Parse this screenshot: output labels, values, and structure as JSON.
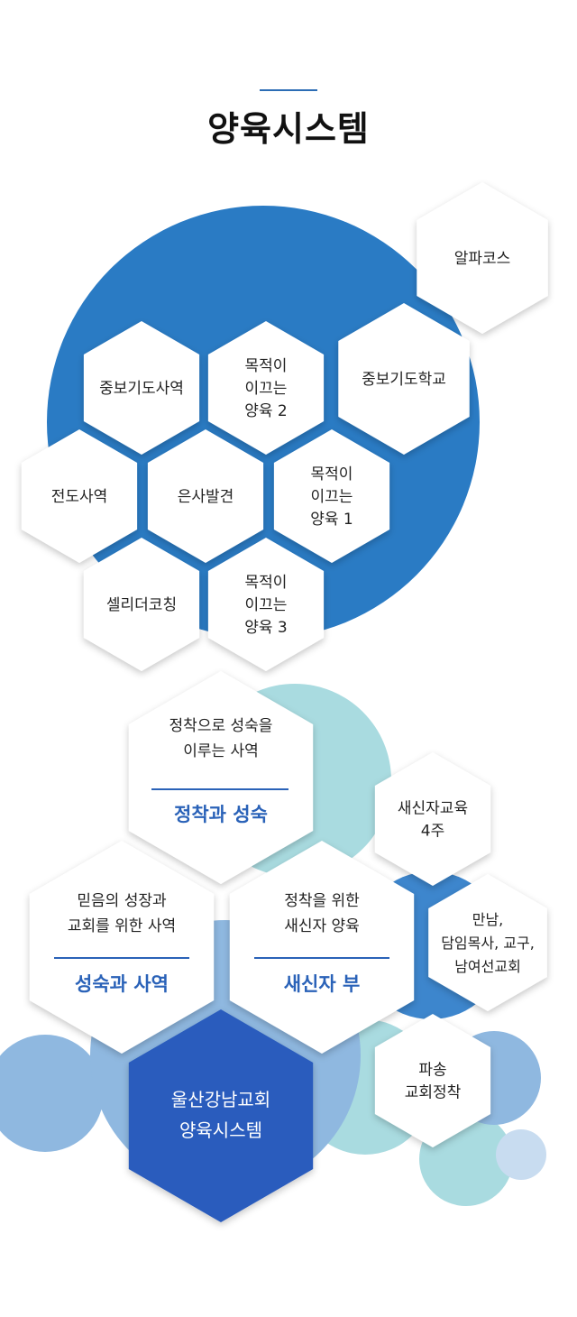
{
  "header": {
    "title": "양육시스템"
  },
  "colors": {
    "primary": "#2a7bc4",
    "accent_text": "#2a62b8",
    "center_hex": "#2a5cbd",
    "teal": "#a9dbe0",
    "light_blue": "#8fb8e0",
    "pale_blue": "#c8dcf0",
    "mid_blue": "#3d86cd"
  },
  "top_cluster": {
    "alpha": "알파코스",
    "prayer_ministry": "중보기도사역",
    "purpose2": [
      "목적이",
      "이끄는",
      "양육 2"
    ],
    "prayer_school": "중보기도학교",
    "evangelism": "전도사역",
    "gift_discovery": "은사발견",
    "purpose1": [
      "목적이",
      "이끄는",
      "양육 1"
    ],
    "cell_leader": "셀리더코칭",
    "purpose3": [
      "목적이",
      "이끄는",
      "양육 3"
    ]
  },
  "bottom_cluster": {
    "settle": {
      "desc": [
        "정착으로 성숙을",
        "이루는 사역"
      ],
      "title": "정착과 성숙"
    },
    "newcomer_edu": [
      "새신자교육",
      "4주"
    ],
    "mature": {
      "desc": [
        "믿음의 성장과",
        "교회를 위한 사역"
      ],
      "title": "성숙과 사역"
    },
    "newcomer": {
      "desc": [
        "정착을 위한",
        "새신자 양육"
      ],
      "title": "새신자 부"
    },
    "meeting": [
      "만남,",
      "담임목사, 교구,",
      "남여선교회"
    ],
    "dispatch": [
      "파송",
      "교회정착"
    ],
    "center": [
      "울산강남교회",
      "양육시스템"
    ]
  }
}
